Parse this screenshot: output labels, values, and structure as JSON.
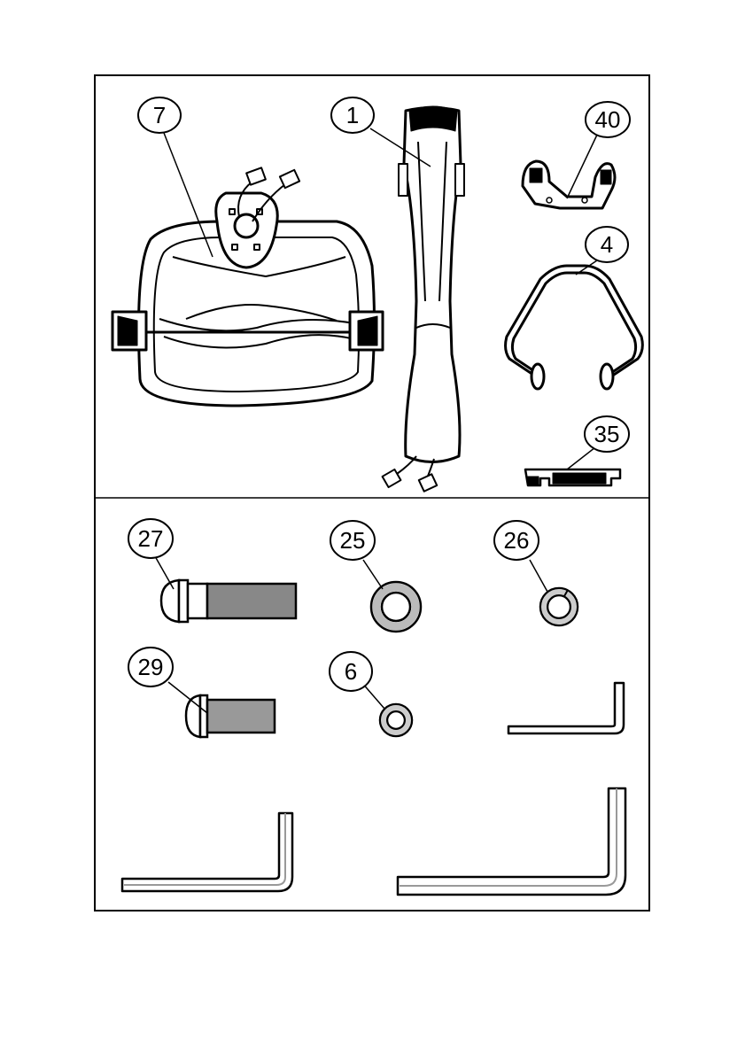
{
  "parts": {
    "p7": {
      "number": "7"
    },
    "p1": {
      "number": "1"
    },
    "p40": {
      "number": "40"
    },
    "p4": {
      "number": "4"
    },
    "p35": {
      "number": "35"
    },
    "p27": {
      "number": "27"
    },
    "p25": {
      "number": "25"
    },
    "p26": {
      "number": "26"
    },
    "p29": {
      "number": "29"
    },
    "p6": {
      "number": "6"
    }
  },
  "icons": [
    "seat-part-icon",
    "post-part-icon",
    "bracket-part-icon",
    "handlebar-part-icon",
    "sensor-part-icon",
    "bolt-icon",
    "washer-icon",
    "spring-washer-icon",
    "hex-key-icon"
  ]
}
